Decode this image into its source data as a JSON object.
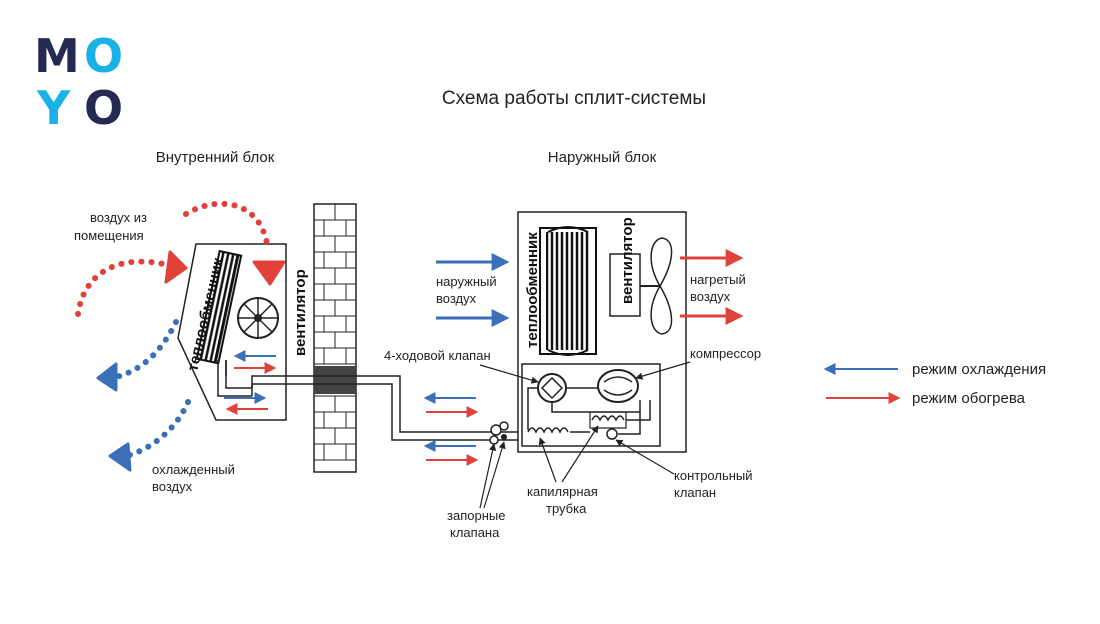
{
  "logo": {
    "letters": [
      "M",
      "O",
      "Y",
      "O"
    ],
    "colors": {
      "dark": "#252a52",
      "accent": "#19b2e6"
    }
  },
  "title": "Схема работы сплит-системы",
  "indoor": {
    "heading": "Внутренний блок",
    "heat_exchanger": "теплообменник",
    "fan": "вентилятор",
    "air_in_line1": "воздух из",
    "air_in_line2": "помещения",
    "air_out_line1": "охлажденный",
    "air_out_line2": "воздух"
  },
  "outdoor": {
    "heading": "Наружный блок",
    "heat_exchanger": "теплообменник",
    "fan": "вентилятор",
    "air_in_line1": "наружный",
    "air_in_line2": "воздух",
    "air_out_line1": "нагретый",
    "air_out_line2": "воздух",
    "four_way_valve": "4-ходовой клапан",
    "compressor": "компрессор",
    "capillary_line1": "капилярная",
    "capillary_line2": "трубка",
    "check_valve_line1": "контрольный",
    "check_valve_line2": "клапан",
    "shutoff_line1": "запорные",
    "shutoff_line2": "клапана"
  },
  "legend": {
    "cooling": "режим охлаждения",
    "heating": "режим обогрева"
  },
  "colors": {
    "cooling": "#3b6fb8",
    "heating": "#e0413b",
    "line": "#222222"
  }
}
